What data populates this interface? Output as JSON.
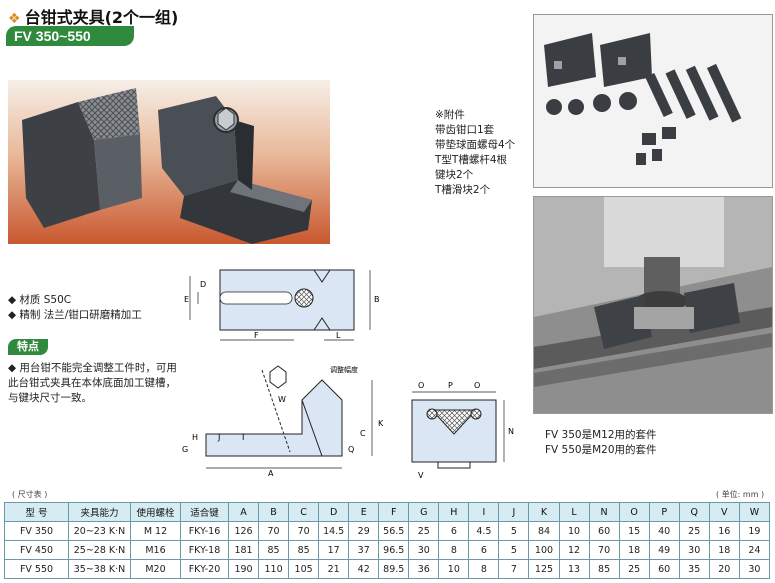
{
  "title": "台钳式夹具(2个一组)",
  "model_range": "FV 350~550",
  "accessories": {
    "header": "※附件",
    "items": [
      "带齿钳口1套",
      "带垫球面螺母4个",
      "T型T槽螺杆4根",
      "键块2个",
      "T槽滑块2个"
    ]
  },
  "specs": [
    "材质  S50C",
    "精制  法兰/钳口研磨精加工"
  ],
  "feature_label": "特点",
  "feature_text": "用台钳不能完全调整工件时，可用此台钳式夹具在本体底面加工键槽，与键块尺寸一致。",
  "notes": [
    "FV 350是M12用的套件",
    "FV 550是M20用的套件"
  ],
  "diagram_labels": {
    "top": {
      "D": "D",
      "E": "E",
      "B": "B",
      "F": "F",
      "L": "L"
    },
    "side": {
      "adjust": "调整幅度",
      "W": "W",
      "G": "G",
      "H": "H",
      "J": "J",
      "I": "I",
      "Q": "Q",
      "C": "C",
      "K": "K",
      "A": "A"
    },
    "front": {
      "O": "O",
      "P": "P",
      "N": "N",
      "V": "V"
    }
  },
  "table": {
    "caption": "( 尺寸表 )",
    "unit": "( 单位: mm )",
    "headers": [
      "型 号",
      "夹具能力",
      "使用螺栓",
      "适合键",
      "A",
      "B",
      "C",
      "D",
      "E",
      "F",
      "G",
      "H",
      "I",
      "J",
      "K",
      "L",
      "N",
      "O",
      "P",
      "Q",
      "V",
      "W"
    ],
    "rows": [
      [
        "FV 350",
        "20~23 K·N",
        "M 12",
        "FKY-16",
        "126",
        "70",
        "70",
        "14.5",
        "29",
        "56.5",
        "25",
        "6",
        "4.5",
        "5",
        "84",
        "10",
        "60",
        "15",
        "40",
        "25",
        "16",
        "19"
      ],
      [
        "FV 450",
        "25~28 K·N",
        "M16",
        "FKY-18",
        "181",
        "85",
        "85",
        "17",
        "37",
        "96.5",
        "30",
        "8",
        "6",
        "5",
        "100",
        "12",
        "70",
        "18",
        "49",
        "30",
        "18",
        "24"
      ],
      [
        "FV 550",
        "35~38 K·N",
        "M20",
        "FKY-20",
        "190",
        "110",
        "105",
        "21",
        "42",
        "89.5",
        "36",
        "10",
        "8",
        "7",
        "125",
        "13",
        "85",
        "25",
        "60",
        "35",
        "20",
        "30"
      ]
    ]
  },
  "colors": {
    "accent_green": "#2f8a3d",
    "table_header": "#d6ecf2",
    "diagram_blue": "#dbe6f4",
    "title_marker": "#e08a1e"
  }
}
